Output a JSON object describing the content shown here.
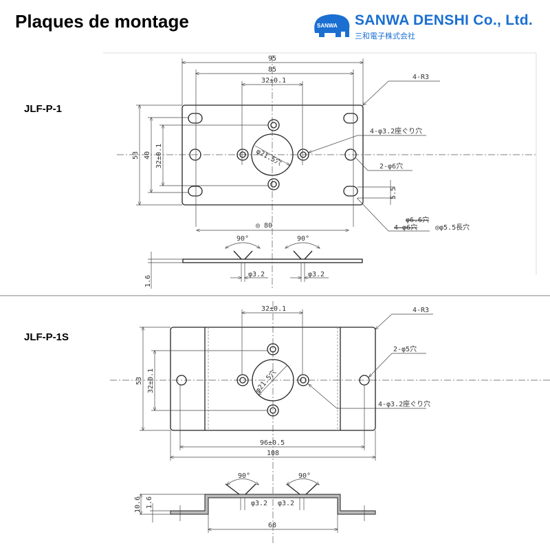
{
  "title": "Plaques de montage",
  "brand": {
    "name": "SANWA DENSHI Co., Ltd.",
    "logo_text": "SANWA",
    "japanese": "三和電子株式会社",
    "color": "#1a6fd1"
  },
  "models": [
    {
      "name": "JLF-P-1",
      "dims": {
        "width_total": "95",
        "width_slots": "85",
        "hole_spacing_h": "32±0.1",
        "height_total": "53",
        "height_slots": "40",
        "hole_spacing_v": "32±0.1",
        "slot_pitch": "◎ 80",
        "slot_height": "5.5",
        "thickness": "1.6",
        "center_hole": "φ21.5穴",
        "countersink_angle_left": "90°",
        "countersink_angle_right": "90°",
        "csk_dia_left": "φ3.2",
        "csk_dia_right": "φ3.2"
      },
      "callouts": {
        "corner": "4-R3",
        "countersunk": "4-φ3.2座ぐり穴",
        "side_holes": "2-φ6穴",
        "slot_old_1": "φ6.6穴",
        "slot_old_2": "4-φ6穴",
        "slot_new": "◎φ5.5長穴"
      }
    },
    {
      "name": "JLF-P-1S",
      "dims": {
        "hole_spacing_h": "32±0.1",
        "height_total": "53",
        "hole_spacing_v": "32±0.1",
        "hole_pitch": "96±0.5",
        "width_total": "108",
        "center_hole": "φ21.5穴",
        "countersink_angle_left": "90°",
        "countersink_angle_right": "90°",
        "csk_dia_left": "φ3.2",
        "csk_dia_right": "φ3.2",
        "height_side": "10.6",
        "thickness": "1.6",
        "inner_width": "68"
      },
      "callouts": {
        "corner": "4-R3",
        "side_holes": "2-φ5穴",
        "countersunk": "4-φ3.2座ぐり穴"
      }
    }
  ]
}
